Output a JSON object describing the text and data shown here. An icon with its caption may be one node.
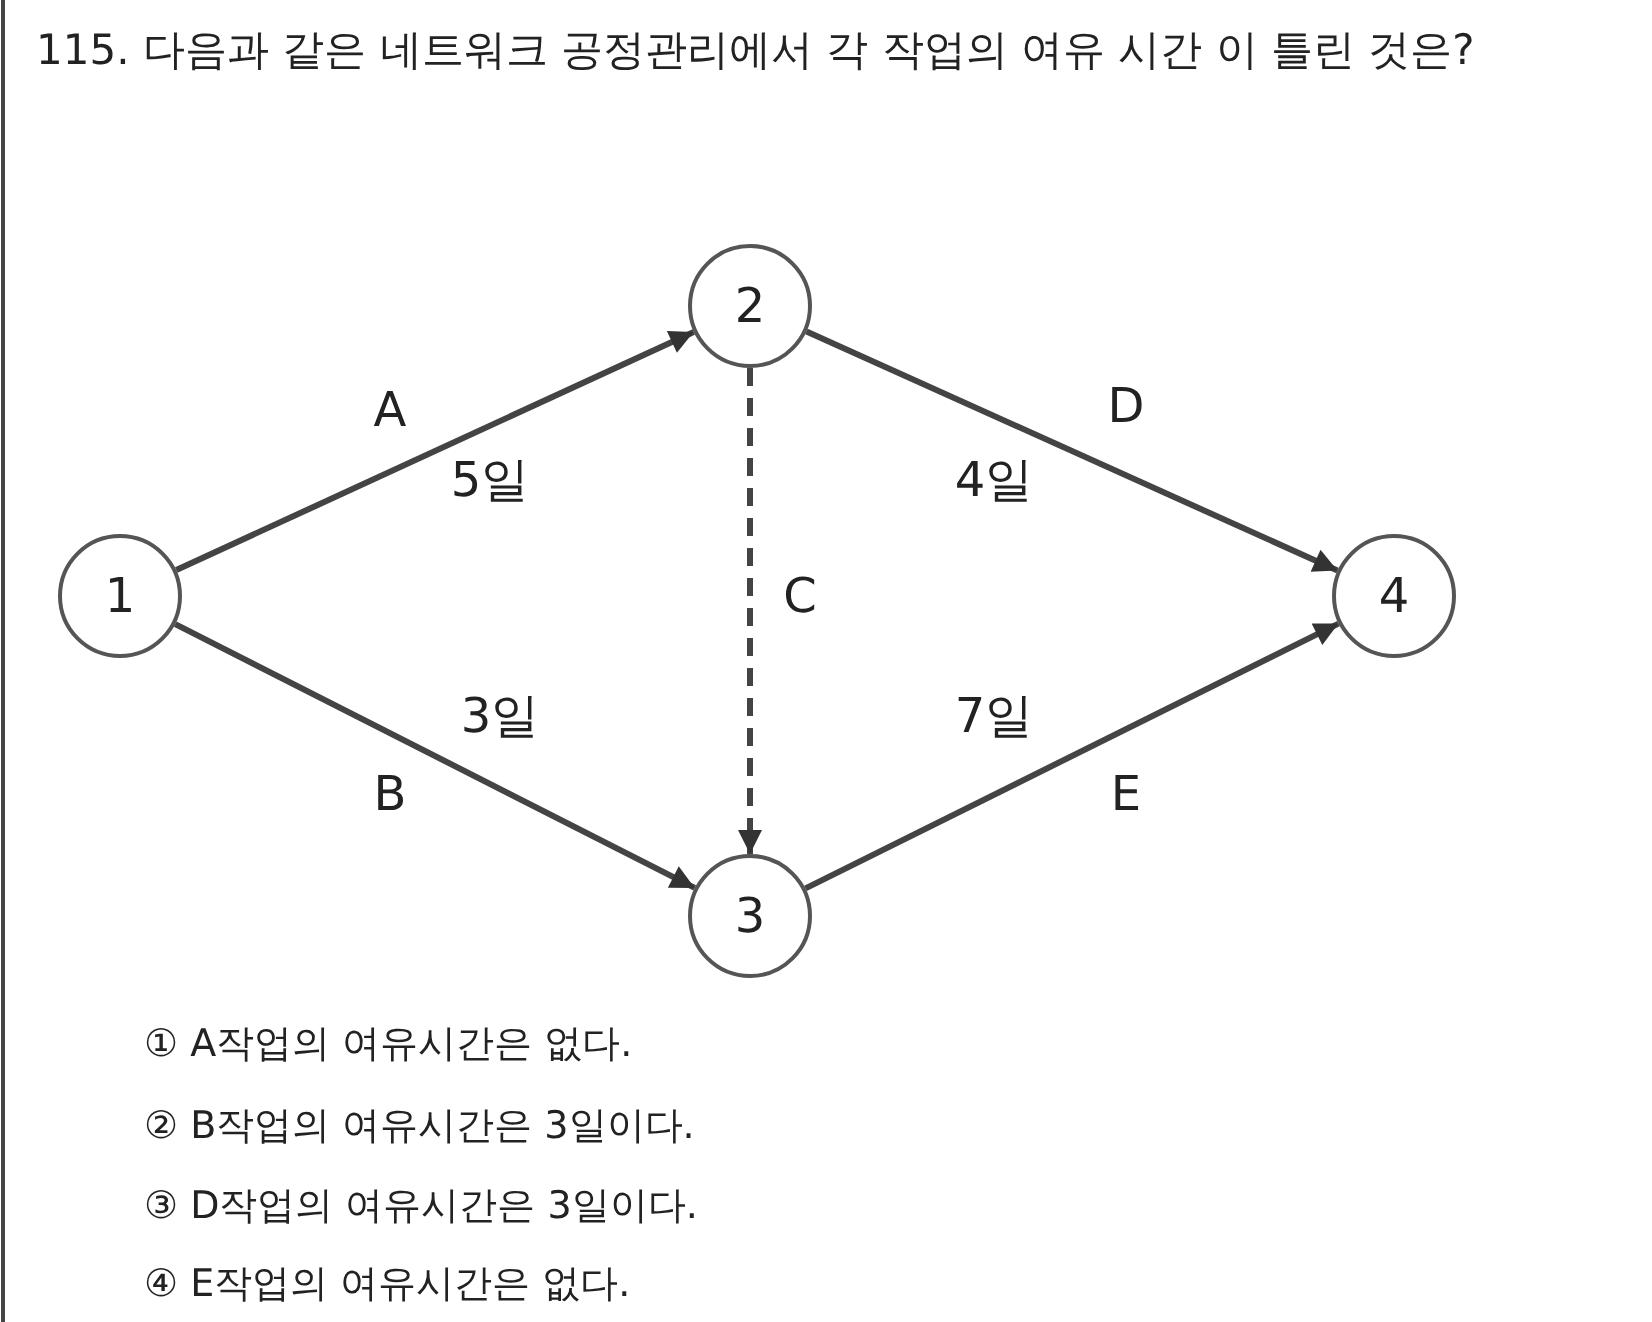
{
  "diagram": {
    "title": "115. 다음과 같은 네트워크 공정관리에서 각 작업의 여유 시간 이 틀린 것은?",
    "nodes": [
      {
        "text": [
          "1"
        ]
      },
      {
        "text": [
          "2"
        ]
      },
      {
        "text": [
          "3"
        ]
      },
      {
        "text": [
          "4"
        ]
      }
    ],
    "edges": [
      {
        "from": 0,
        "to": 1,
        "arrow": "to",
        "label": "A"
      },
      {
        "from": 1,
        "to": 3,
        "arrow": "to",
        "label": "D"
      },
      {
        "from": 1,
        "to": 2,
        "arrow": "to",
        "label": "C",
        "style": "dashed"
      },
      {
        "from": 0,
        "to": 2,
        "arrow": "to",
        "label": "B"
      },
      {
        "from": 2,
        "to": 3,
        "arrow": "to",
        "label": "E"
      }
    ],
    "labels": [
      "5일",
      "4일",
      "3일",
      "7일",
      "① A작업의 여유시간은 없다.",
      "② B작업의 여유시간은 3일이다.",
      "③ D작업의 여유시간은 3일이다.",
      "④ E작업의 여유시간은 없다."
    ]
  }
}
